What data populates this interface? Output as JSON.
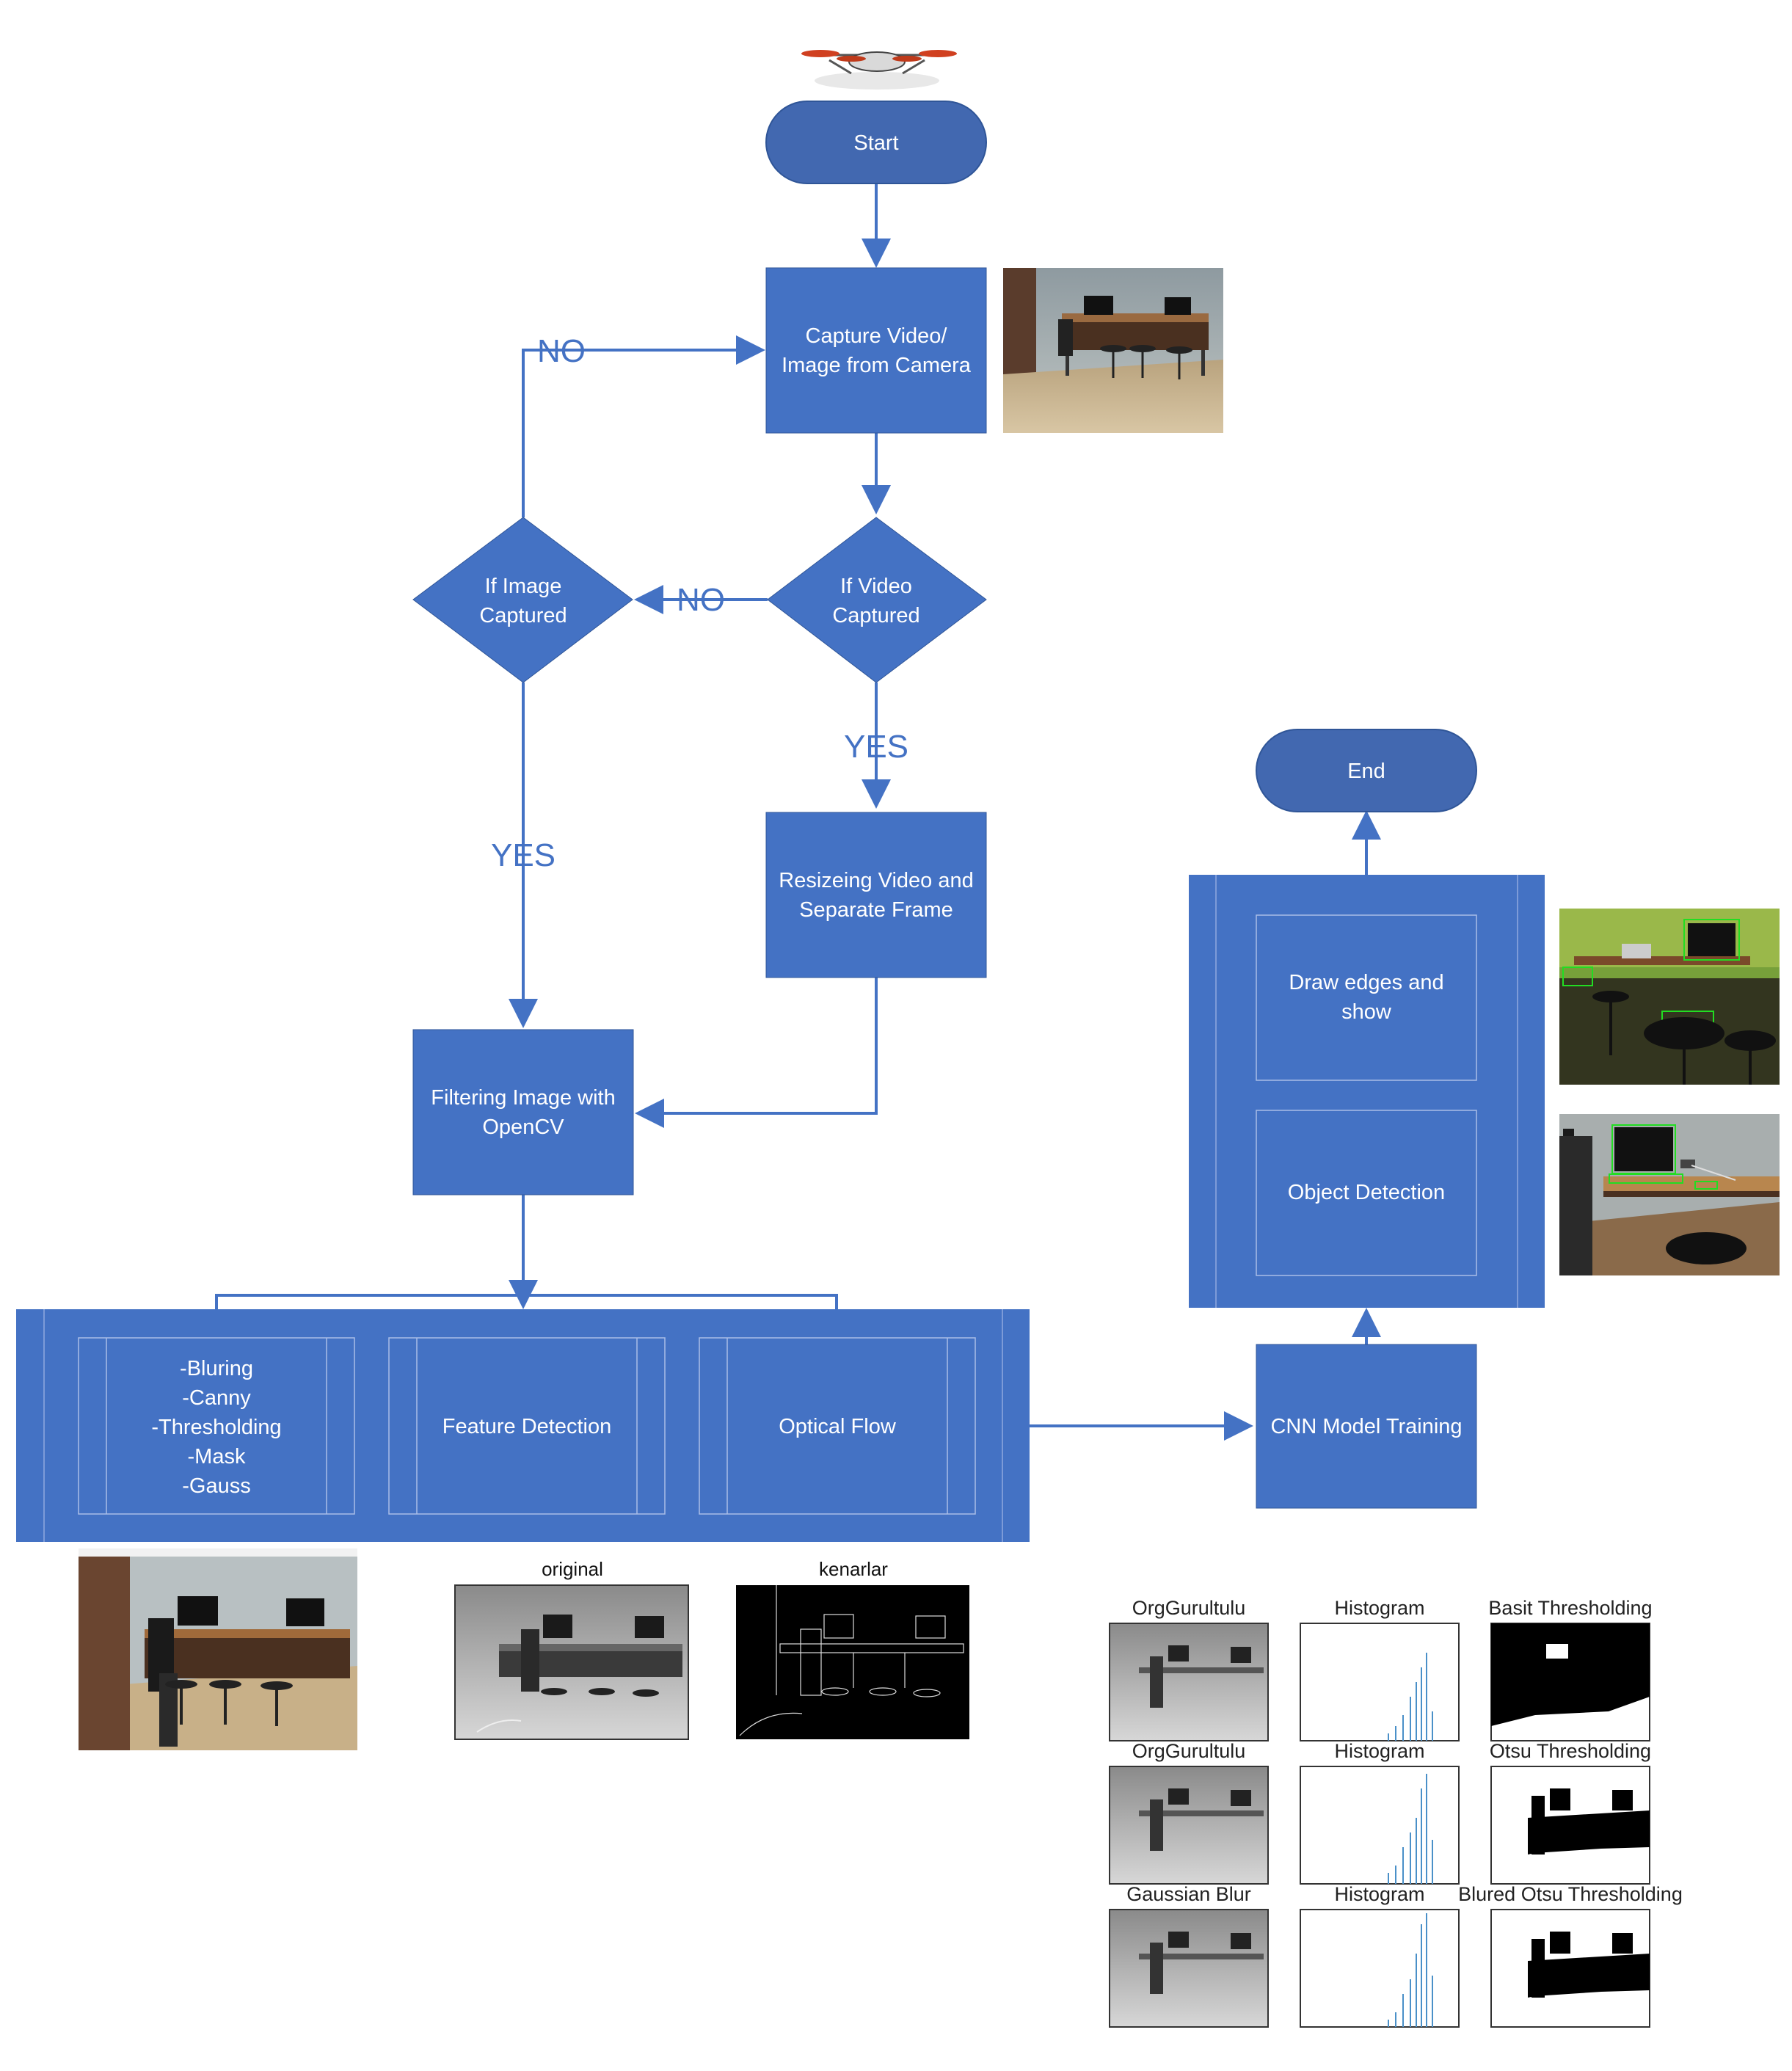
{
  "nodes": {
    "start": "Start",
    "capture": [
      "Capture Video/",
      "Image from Camera"
    ],
    "if_video": [
      "If Video",
      "Captured"
    ],
    "if_image": [
      "If Image",
      "Captured"
    ],
    "resize": [
      "Resizeing Video and",
      "Separate Frame"
    ],
    "filter": [
      "Filtering Image with",
      "OpenCV"
    ],
    "ops": [
      "-Bluring",
      "-Canny",
      "-Thresholding",
      "-Mask",
      "-Gauss"
    ],
    "feature": "Feature  Detection",
    "optical": "Optical Flow",
    "cnn": "CNN Model Training",
    "object": "Object Detection",
    "draw": [
      "Draw edges and",
      "show"
    ],
    "end": "End"
  },
  "labels": {
    "no_top": "NO",
    "no_mid": "NO",
    "yes_video": "YES",
    "yes_image": "YES"
  },
  "captions": {
    "original": "original",
    "kenarlar": "kenarlar"
  },
  "grid_titles": [
    [
      "OrgGurultulu",
      "Histogram",
      "Basit Thresholding"
    ],
    [
      "OrgGurultulu",
      "Histogram",
      "Otsu Thresholding"
    ],
    [
      "Gaussian Blur",
      "Histogram",
      "Blured Otsu Thresholding"
    ]
  ],
  "colors": {
    "box": "#4472c4",
    "terminal": "#4268b0",
    "stroke": "#2f5597",
    "line": "#4472c4"
  }
}
